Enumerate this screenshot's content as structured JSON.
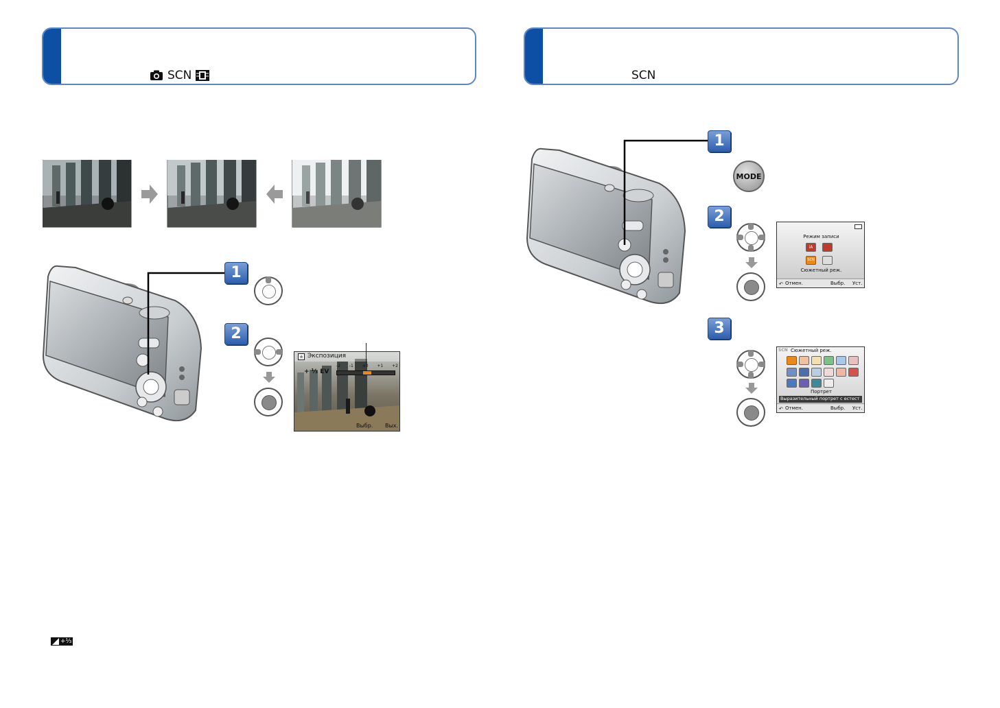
{
  "left_header": {
    "mode_icons": [
      "camera-icon",
      "scn-label",
      "motion-picture-icon"
    ],
    "scn_label": "SCN"
  },
  "right_header": {
    "scn_label": "SCN"
  },
  "exposure_screen": {
    "title": "Экспозиция",
    "value": "+ ¹⁄₃ EV",
    "scale_labels": [
      "-2",
      "-1",
      "±0",
      "+1",
      "+2"
    ],
    "footer": "Выбр.",
    "footer_exit": "Вых."
  },
  "mode_button": {
    "label": "MODE"
  },
  "record_mode_screen": {
    "title": "Режим записи",
    "caption": "Сюжетный реж.",
    "cancel": "Отмен.",
    "select": "Выбр.",
    "set": "Уст.",
    "icons": [
      "ia-icon",
      "camera-icon",
      "scn-icon",
      "movie-icon"
    ],
    "selected": "SCN"
  },
  "scene_mode_screen": {
    "title": "Сюжетный реж.",
    "badge": "SCN",
    "mode_name": "Портрет",
    "description": "Выразительный портрет с естест",
    "cancel": "Отмен.",
    "select": "Выбр.",
    "set": "Уст."
  },
  "steps": {
    "left": [
      "1",
      "2"
    ],
    "right": [
      "1",
      "2",
      "3"
    ]
  },
  "footer_indicator": {
    "value": "+¹⁄₃"
  },
  "colors": {
    "header_accent": "#0d4fa5",
    "header_border": "#5d86c7",
    "badge_blue": "#2d5fae",
    "selection_orange": "#e8891c"
  }
}
